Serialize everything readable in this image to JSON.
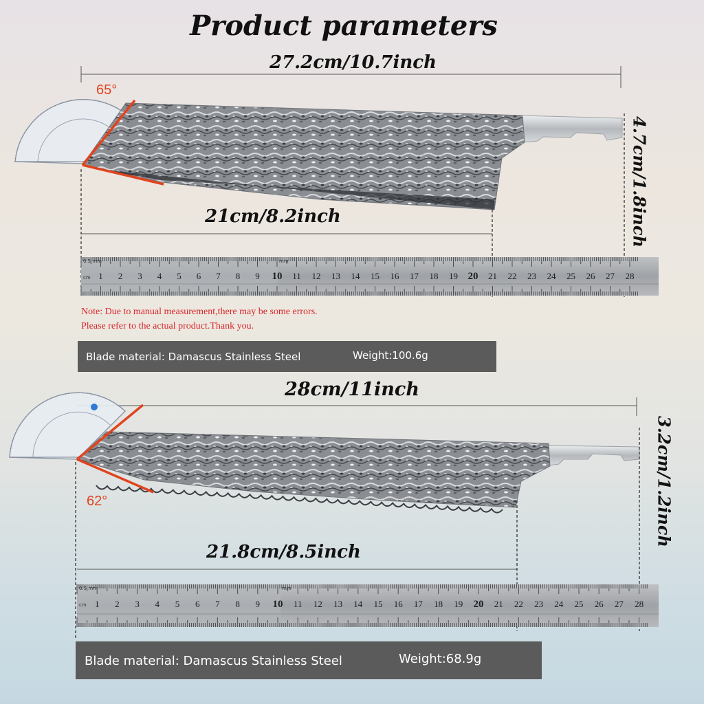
{
  "title": "Product parameters",
  "knife1": {
    "total_length": "27.2cm/10.7inch",
    "blade_length": "21cm/8.2inch",
    "height": "4.7cm/1.8inch",
    "angle": "65°",
    "material": "Blade material: Damascus Stainless Steel",
    "weight": "Weight:100.6g"
  },
  "note": {
    "line1": "Note: Due to manual measurement,there may be some errors.",
    "line2": "Please refer to the actual product.Thank you."
  },
  "knife2": {
    "total_length": "28cm/11inch",
    "blade_length": "21.8cm/8.5inch",
    "height": "3.2cm/1.2inch",
    "angle": "62°",
    "material": "Blade material: Damascus Stainless Steel",
    "weight": "Weight:68.9g"
  },
  "ruler": {
    "numbers": [
      "1",
      "2",
      "3",
      "4",
      "5",
      "6",
      "7",
      "8",
      "9",
      "10",
      "11",
      "12",
      "13",
      "14",
      "15",
      "16",
      "17",
      "18",
      "19",
      "20",
      "21",
      "22",
      "23",
      "24",
      "25",
      "26",
      "27",
      "28"
    ],
    "unit_label": "cm",
    "mm_label": "mm",
    "scale_label": "0.5 mm"
  },
  "colors": {
    "accent_line": "#e0441e",
    "angle_text": "#e0441e",
    "note_text": "#d8262b",
    "spec_bar_bg": "#5b5b5b"
  }
}
